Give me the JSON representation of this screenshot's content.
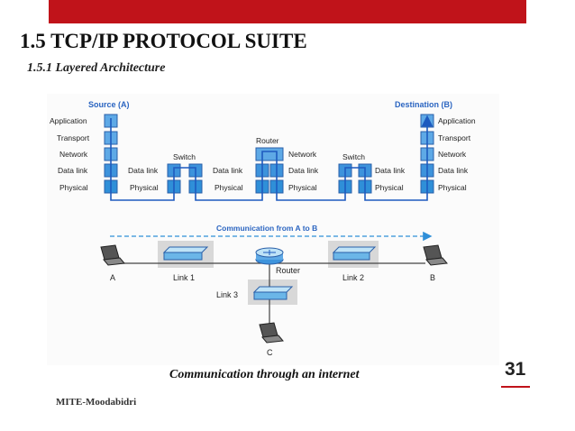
{
  "slide": {
    "title": "1.5 TCP/IP PROTOCOL SUITE",
    "subtitle": "1.5.1 Layered Architecture",
    "caption": "Communication through an internet",
    "page_number": "31",
    "footer": "MITE-Moodabidri",
    "accent_color": "#c0131a"
  },
  "diagram": {
    "source_label": "Source (A)",
    "destination_label": "Destination (B)",
    "host_layers": [
      "Application",
      "Transport",
      "Network",
      "Data link",
      "Physical"
    ],
    "router_layers": [
      "Network",
      "Data link",
      "Physical"
    ],
    "switch_label": "Switch",
    "router_label": "Router",
    "switch_layers": [
      "Data link",
      "Physical"
    ],
    "communication_label": "Communication from A to B",
    "nodes": [
      "A",
      "B",
      "C"
    ],
    "links": [
      "Link 1",
      "Link 2",
      "Link 3"
    ],
    "colors": {
      "device_blue": "#2f8fd8",
      "label_blue": "#2b65c1",
      "link_shade": "#d8d8d8",
      "figure_bg": "#fbfbfb"
    }
  }
}
